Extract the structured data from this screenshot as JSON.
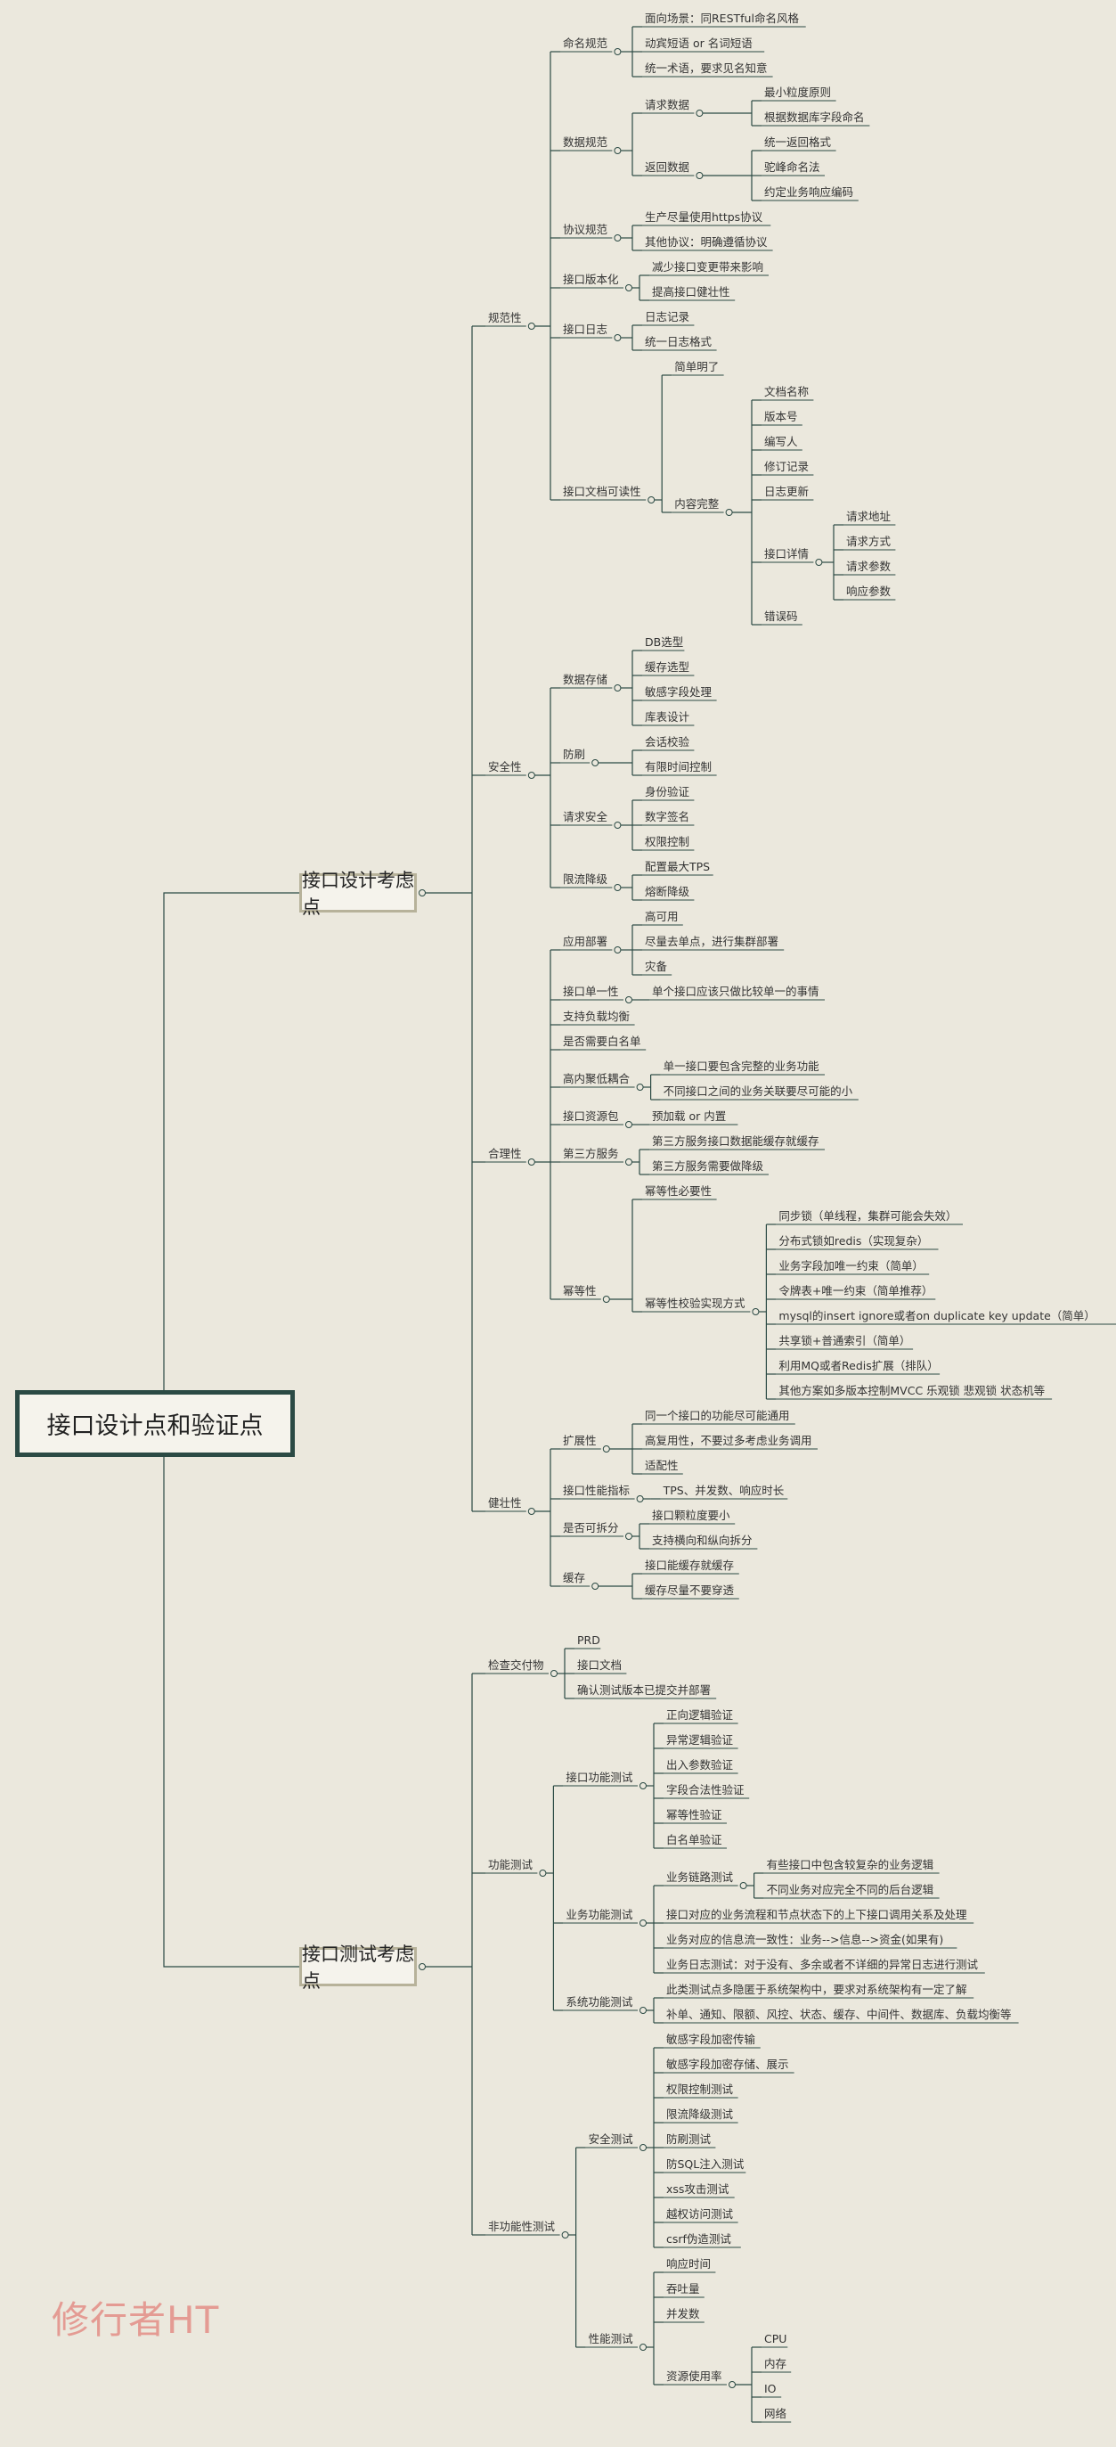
{
  "colors": {
    "background": "#ebe8dd",
    "line": "#2b4a44",
    "root_border": "#2b4a44",
    "branch_border": "#b7b29a",
    "watermark": "#e49b93"
  },
  "root": "接口设计点和验证点",
  "watermark": "修行者HT",
  "branches": [
    {
      "label": "接口设计考虑点",
      "children": [
        {
          "label": "规范性",
          "children": [
            {
              "label": "命名规范",
              "children": [
                {
                  "label": "面向场景：同RESTful命名风格"
                },
                {
                  "label": "动宾短语 or 名词短语"
                },
                {
                  "label": "统一术语，要求见名知意"
                }
              ]
            },
            {
              "label": "数据规范",
              "children": [
                {
                  "label": "请求数据",
                  "children": [
                    {
                      "label": "最小粒度原则"
                    },
                    {
                      "label": "根据数据库字段命名"
                    }
                  ]
                },
                {
                  "label": "返回数据",
                  "children": [
                    {
                      "label": "统一返回格式"
                    },
                    {
                      "label": "驼峰命名法"
                    },
                    {
                      "label": "约定业务响应编码"
                    }
                  ]
                }
              ]
            },
            {
              "label": "协议规范",
              "children": [
                {
                  "label": "生产尽量使用https协议"
                },
                {
                  "label": "其他协议：明确遵循协议"
                }
              ]
            },
            {
              "label": "接口版本化",
              "children": [
                {
                  "label": "减少接口变更带来影响"
                },
                {
                  "label": "提高接口健壮性"
                }
              ]
            },
            {
              "label": "接口日志",
              "children": [
                {
                  "label": "日志记录"
                },
                {
                  "label": "统一日志格式"
                }
              ]
            },
            {
              "label": "接口文档可读性",
              "children": [
                {
                  "label": "简单明了"
                },
                {
                  "label": "内容完整",
                  "children": [
                    {
                      "label": "文档名称"
                    },
                    {
                      "label": "版本号"
                    },
                    {
                      "label": "编写人"
                    },
                    {
                      "label": "修订记录"
                    },
                    {
                      "label": "日志更新"
                    },
                    {
                      "label": "接口详情",
                      "children": [
                        {
                          "label": "请求地址"
                        },
                        {
                          "label": "请求方式"
                        },
                        {
                          "label": "请求参数"
                        },
                        {
                          "label": "响应参数"
                        }
                      ]
                    },
                    {
                      "label": "错误码"
                    }
                  ]
                }
              ]
            }
          ]
        },
        {
          "label": "安全性",
          "children": [
            {
              "label": "数据存储",
              "children": [
                {
                  "label": "DB选型"
                },
                {
                  "label": "缓存选型"
                },
                {
                  "label": "敏感字段处理"
                },
                {
                  "label": "库表设计"
                }
              ]
            },
            {
              "label": "防刷",
              "children": [
                {
                  "label": "会话校验"
                },
                {
                  "label": "有限时间控制"
                }
              ]
            },
            {
              "label": "请求安全",
              "children": [
                {
                  "label": "身份验证"
                },
                {
                  "label": "数字签名"
                },
                {
                  "label": "权限控制"
                }
              ]
            },
            {
              "label": "限流降级",
              "children": [
                {
                  "label": "配置最大TPS"
                },
                {
                  "label": "熔断降级"
                }
              ]
            }
          ]
        },
        {
          "label": "合理性",
          "children": [
            {
              "label": "应用部署",
              "children": [
                {
                  "label": "高可用"
                },
                {
                  "label": "尽量去单点，进行集群部署"
                },
                {
                  "label": "灾备"
                }
              ]
            },
            {
              "label": "接口单一性",
              "children": [
                {
                  "label": "单个接口应该只做比较单一的事情"
                }
              ]
            },
            {
              "label": "支持负载均衡"
            },
            {
              "label": "是否需要白名单"
            },
            {
              "label": "高内聚低耦合",
              "children": [
                {
                  "label": "单一接口要包含完整的业务功能"
                },
                {
                  "label": "不同接口之间的业务关联要尽可能的小"
                }
              ]
            },
            {
              "label": "接口资源包",
              "children": [
                {
                  "label": "预加载 or 内置"
                }
              ]
            },
            {
              "label": "第三方服务",
              "children": [
                {
                  "label": "第三方服务接口数据能缓存就缓存"
                },
                {
                  "label": "第三方服务需要做降级"
                }
              ]
            },
            {
              "label": "幂等性",
              "children": [
                {
                  "label": "幂等性必要性"
                },
                {
                  "label": "幂等性校验实现方式",
                  "children": [
                    {
                      "label": "同步锁（单线程，集群可能会失效）"
                    },
                    {
                      "label": "分布式锁如redis（实现复杂）"
                    },
                    {
                      "label": "业务字段加唯一约束（简单）"
                    },
                    {
                      "label": "令牌表+唯一约束（简单推荐）"
                    },
                    {
                      "label": "mysql的insert ignore或者on duplicate key update（简单）"
                    },
                    {
                      "label": "共享锁+普通索引（简单）"
                    },
                    {
                      "label": "利用MQ或者Redis扩展（排队）"
                    },
                    {
                      "label": "其他方案如多版本控制MVCC 乐观锁 悲观锁 状态机等"
                    }
                  ]
                }
              ]
            }
          ]
        },
        {
          "label": "健壮性",
          "children": [
            {
              "label": "扩展性",
              "children": [
                {
                  "label": "同一个接口的功能尽可能通用"
                },
                {
                  "label": "高复用性，不要过多考虑业务调用"
                },
                {
                  "label": "适配性"
                }
              ]
            },
            {
              "label": "接口性能指标",
              "children": [
                {
                  "label": "TPS、并发数、响应时长"
                }
              ]
            },
            {
              "label": "是否可拆分",
              "children": [
                {
                  "label": "接口颗粒度要小"
                },
                {
                  "label": "支持横向和纵向拆分"
                }
              ]
            },
            {
              "label": "缓存",
              "children": [
                {
                  "label": "接口能缓存就缓存"
                },
                {
                  "label": "缓存尽量不要穿透"
                }
              ]
            }
          ]
        }
      ]
    },
    {
      "label": "接口测试考虑点",
      "children": [
        {
          "label": "检查交付物",
          "children": [
            {
              "label": "PRD"
            },
            {
              "label": "接口文档"
            },
            {
              "label": "确认测试版本已提交并部署"
            }
          ]
        },
        {
          "label": "功能测试",
          "children": [
            {
              "label": "接口功能测试",
              "children": [
                {
                  "label": "正向逻辑验证"
                },
                {
                  "label": "异常逻辑验证"
                },
                {
                  "label": "出入参数验证"
                },
                {
                  "label": "字段合法性验证"
                },
                {
                  "label": "幂等性验证"
                },
                {
                  "label": "白名单验证"
                }
              ]
            },
            {
              "label": "业务功能测试",
              "children": [
                {
                  "label": "业务链路测试",
                  "children": [
                    {
                      "label": "有些接口中包含较复杂的业务逻辑"
                    },
                    {
                      "label": "不同业务对应完全不同的后台逻辑"
                    }
                  ]
                },
                {
                  "label": "接口对应的业务流程和节点状态下的上下接口调用关系及处理"
                },
                {
                  "label": "业务对应的信息流一致性：业务-->信息-->资金(如果有)"
                },
                {
                  "label": "业务日志测试：对于没有、多余或者不详细的异常日志进行测试"
                }
              ]
            },
            {
              "label": "系统功能测试",
              "children": [
                {
                  "label": "此类测试点多隐匿于系统架构中，要求对系统架构有一定了解"
                },
                {
                  "label": "补单、通知、限额、风控、状态、缓存、中间件、数据库、负载均衡等"
                }
              ]
            }
          ]
        },
        {
          "label": "非功能性测试",
          "children": [
            {
              "label": "安全测试",
              "children": [
                {
                  "label": "敏感字段加密传输"
                },
                {
                  "label": "敏感字段加密存储、展示"
                },
                {
                  "label": "权限控制测试"
                },
                {
                  "label": "限流降级测试"
                },
                {
                  "label": "防刷测试"
                },
                {
                  "label": "防SQL注入测试"
                },
                {
                  "label": "xss攻击测试"
                },
                {
                  "label": "越权访问测试"
                },
                {
                  "label": "csrf伪造测试"
                }
              ]
            },
            {
              "label": "性能测试",
              "children": [
                {
                  "label": "响应时间"
                },
                {
                  "label": "吞吐量"
                },
                {
                  "label": "并发数"
                },
                {
                  "label": "资源使用率",
                  "children": [
                    {
                      "label": "CPU"
                    },
                    {
                      "label": "内存"
                    },
                    {
                      "label": "IO"
                    },
                    {
                      "label": "网络"
                    }
                  ]
                }
              ]
            }
          ]
        }
      ]
    }
  ]
}
